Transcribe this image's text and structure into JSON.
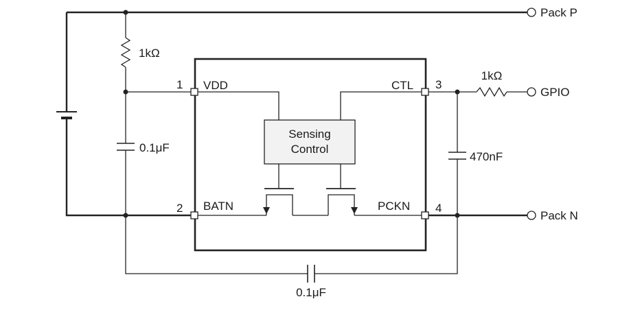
{
  "terminals": {
    "pack_p": "Pack P",
    "gpio": "GPIO",
    "pack_n": "Pack N"
  },
  "components": {
    "r_vdd": "1kΩ",
    "r_gpio": "1kΩ",
    "c_vdd": "0.1μF",
    "c_ctl": "470nF",
    "c_bottom": "0.1μF"
  },
  "ic": {
    "block_line1": "Sensing",
    "block_line2": "Control",
    "pins": [
      {
        "number": "1",
        "name": "VDD"
      },
      {
        "number": "2",
        "name": "BATN"
      },
      {
        "number": "3",
        "name": "CTL"
      },
      {
        "number": "4",
        "name": "PCKN"
      }
    ]
  }
}
